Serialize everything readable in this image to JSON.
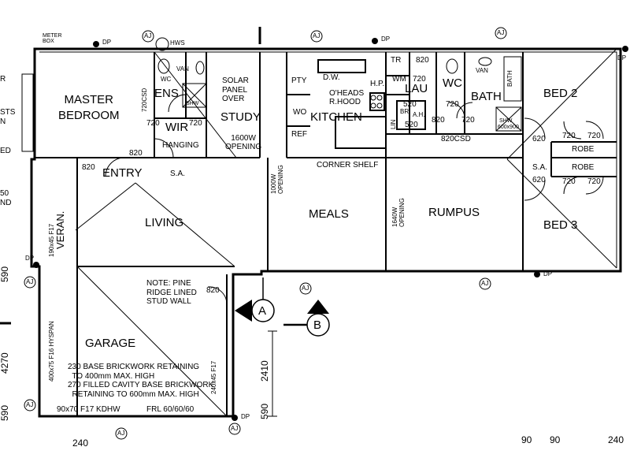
{
  "rooms": {
    "master": "MASTER\nBEDROOM",
    "ens": "ENS",
    "wir": "WIR",
    "study": "STUDY",
    "kitchen": "KITCHEN",
    "lau": "LAU",
    "wc2": "WC",
    "bath": "BATH",
    "bed2": "BED 2",
    "bed3": "BED 3",
    "entry": "ENTRY",
    "living": "LIVING",
    "meals": "MEALS",
    "rumpus": "RUMPUS",
    "garage": "GARAGE",
    "veran": "VERAN."
  },
  "labels": {
    "meter_box": "METER\nBOX",
    "hws": "HWS",
    "dp": "DP",
    "aj": "AJ",
    "wc": "WC",
    "van": "VAN",
    "shw": "SHW",
    "shw_600": "SHW",
    "shw_size": "600x900",
    "solar": "SOLAR\nPANEL\nOVER",
    "hanging": "HANGING",
    "study_opening": "1600W\nOPENING",
    "pty": "PTY",
    "wo": "WO",
    "ref": "REF",
    "dw": "D.W.",
    "oheads": "O'HEADS\nR.HOOD",
    "hp": "H.P.",
    "tr": "TR",
    "wm": "WM",
    "lin": "LIN",
    "br": "BR",
    "ah": "A.H.",
    "bath_vert": "BATH",
    "csd_820": "820CSD",
    "csd_720": "720CSD",
    "corner_shelf": "CORNER SHELF",
    "sa": "S.A.",
    "robe": "ROBE",
    "opening_1000": "1000W\nOPENING",
    "opening_1640": "1640W\nOPENING",
    "note": "NOTE: PINE\nRIDGE LINED\nSTUD WALL",
    "garage_note": "230 BASE BRICKWORK RETAINING\n  TO 400mm MAX. HIGH\n270 FILLED CAVITY BASE BRICKWORK\n  RETAINING TO 600mm MAX. HIGH",
    "kdhw": "90x70 F17 KDHW",
    "frl": "FRL 60/60/60",
    "hyspan": "400x75 F16 HYSPAN",
    "f17_240": "240x45 F17",
    "f17_190": "190x45 F17",
    "sec_a": "A",
    "sec_b": "B",
    "cut_l": "ED",
    "left_r": "R",
    "left_sts": "STS",
    "left_n": "N",
    "left_ed": "ED",
    "left_50": "50",
    "left_nd": "ND"
  },
  "dims": {
    "d820": "820",
    "d720": "720",
    "d620": "620",
    "d520": "520",
    "d590": "590",
    "d2410": "2410",
    "d4270": "4270",
    "d240": "240",
    "d90": "90"
  }
}
